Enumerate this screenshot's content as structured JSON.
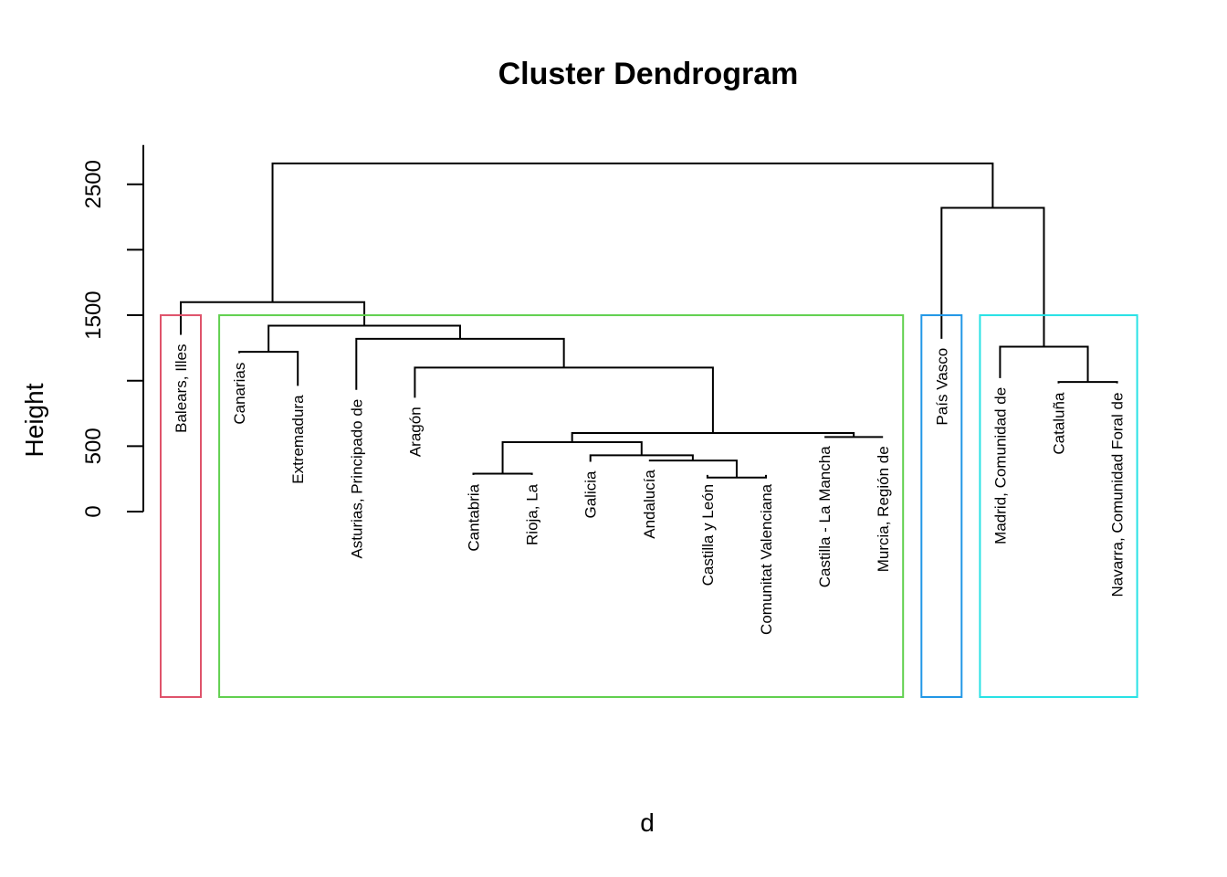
{
  "chart_data": {
    "type": "dendrogram",
    "title": "Cluster Dendrogram",
    "xlabel": "d",
    "ylabel": "Height",
    "y_ticks": [
      0,
      500,
      1000,
      1500,
      2000,
      2500
    ],
    "y_tick_labels_shown": [
      "0",
      "500",
      "1500",
      "2500"
    ],
    "leaves": [
      "Balears, Illes",
      "Canarias",
      "Extremadura",
      "Asturias, Principado de",
      "Aragón",
      "Cantabria",
      "Rioja, La",
      "Galicia",
      "Andalucía",
      "Castilla y León",
      "Comunitat Valenciana",
      "Castilla - La Mancha",
      "Murcia, Región de",
      "País Vasco",
      "Madrid, Comunidad de",
      "Cataluña",
      "Navarra, Comunidad Foral de"
    ],
    "leaf_heights": [
      1350,
      1210,
      960,
      930,
      870,
      280,
      280,
      380,
      390,
      280,
      280,
      570,
      570,
      1320,
      1020,
      980,
      980
    ],
    "merges": [
      {
        "id": "m_cant_rioja",
        "a": 5,
        "b": 6,
        "height": 290
      },
      {
        "id": "m_cyl_cv",
        "a": 9,
        "b": 10,
        "height": 260
      },
      {
        "id": "m_and_cylcv",
        "a": 8,
        "b": "m_cyl_cv",
        "height": 390
      },
      {
        "id": "m_gal_and",
        "a": 7,
        "b": "m_and_cylcv",
        "height": 430
      },
      {
        "id": "m_cant_gal",
        "a": "m_cant_rioja",
        "b": "m_gal_and",
        "height": 530
      },
      {
        "id": "m_clm_mur",
        "a": 11,
        "b": 12,
        "height": 570
      },
      {
        "id": "m_mid",
        "a": "m_cant_gal",
        "b": "m_clm_mur",
        "height": 600
      },
      {
        "id": "m_arag",
        "a": 4,
        "b": "m_mid",
        "height": 1100
      },
      {
        "id": "m_ast",
        "a": 3,
        "b": "m_arag",
        "height": 1320
      },
      {
        "id": "m_can_ext",
        "a": 1,
        "b": 2,
        "height": 1220
      },
      {
        "id": "m_green",
        "a": "m_can_ext",
        "b": "m_ast",
        "height": 1420
      },
      {
        "id": "m_left",
        "a": 0,
        "b": "m_green",
        "height": 1600
      },
      {
        "id": "m_cat_nav",
        "a": 15,
        "b": 16,
        "height": 990
      },
      {
        "id": "m_mad_catnav",
        "a": 14,
        "b": "m_cat_nav",
        "height": 1260
      },
      {
        "id": "m_right",
        "a": 13,
        "b": "m_mad_catnav",
        "height": 2320
      },
      {
        "id": "m_root",
        "a": "m_left",
        "b": "m_right",
        "height": 2660
      }
    ],
    "clusters": [
      {
        "first": 0,
        "last": 0,
        "color": "#DF536B"
      },
      {
        "first": 1,
        "last": 12,
        "color": "#61D04F"
      },
      {
        "first": 13,
        "last": 13,
        "color": "#2297E6"
      },
      {
        "first": 14,
        "last": 16,
        "color": "#28E2E5"
      }
    ],
    "rect_top_height": 1500
  }
}
